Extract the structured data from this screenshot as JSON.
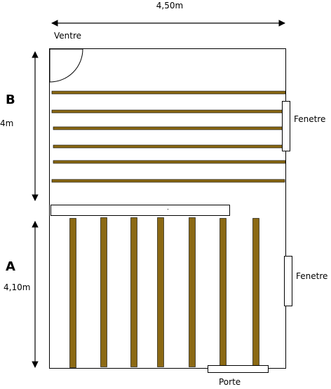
{
  "labels": {
    "width_dim": "4,50m",
    "ventre": "Ventre",
    "section_b": "B",
    "height_b": "4m",
    "fenetre_top": "Fenetre",
    "section_a": "A",
    "height_a": "4,10m",
    "fenetre_bottom": "Fenetre",
    "porte": "Porte"
  },
  "colors": {
    "beam": "#8b6914",
    "outline": "#000000",
    "background": "#ffffff"
  }
}
